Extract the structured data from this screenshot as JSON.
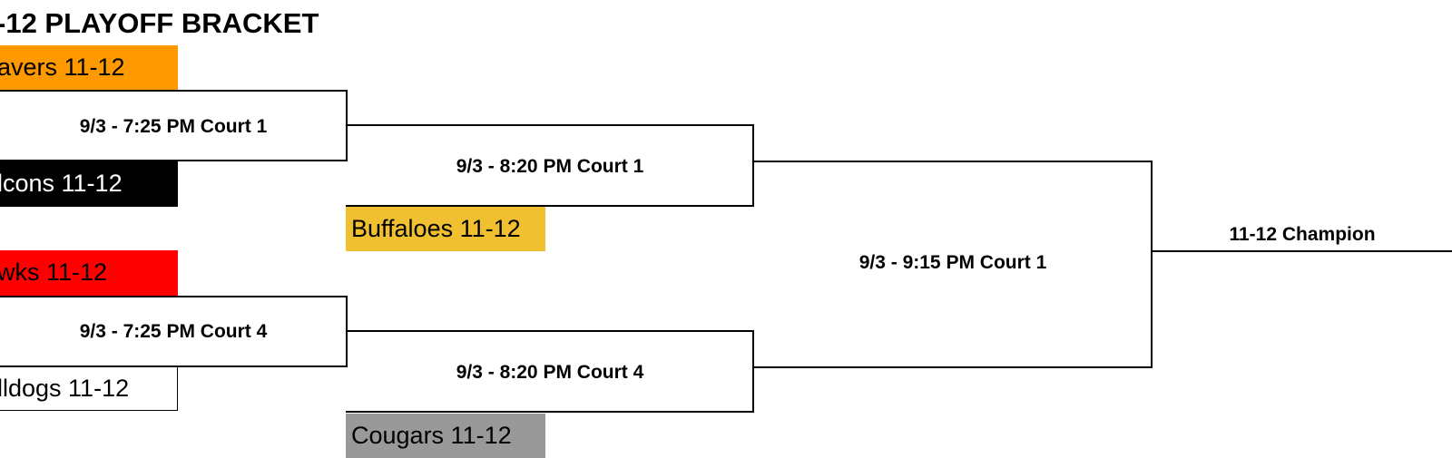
{
  "title": "-12 PLAYOFF BRACKET",
  "teams": {
    "beavers": {
      "label": "avers 11-12",
      "color": "#FF9900"
    },
    "falcons": {
      "label": "lcons 11-12",
      "color": "#000000"
    },
    "hawks": {
      "label": "wks 11-12",
      "color": "#FF0000"
    },
    "bulldogs": {
      "label": "lldogs 11-12",
      "color": "#FFFFFF"
    },
    "buffaloes": {
      "label": "Buffaloes 11-12",
      "color": "#F0C030"
    },
    "cougars": {
      "label": "Cougars 11-12",
      "color": "#999999"
    }
  },
  "games": {
    "r1_top": "9/3 - 7:25 PM Court 1",
    "r1_bottom": "9/3 - 7:25 PM Court 4",
    "r2_top": "9/3 - 8:20 PM Court 1",
    "r2_bottom": "9/3 - 8:20 PM Court 4",
    "final": "9/3 - 9:15 PM Court 1"
  },
  "champion_label": "11-12 Champion"
}
